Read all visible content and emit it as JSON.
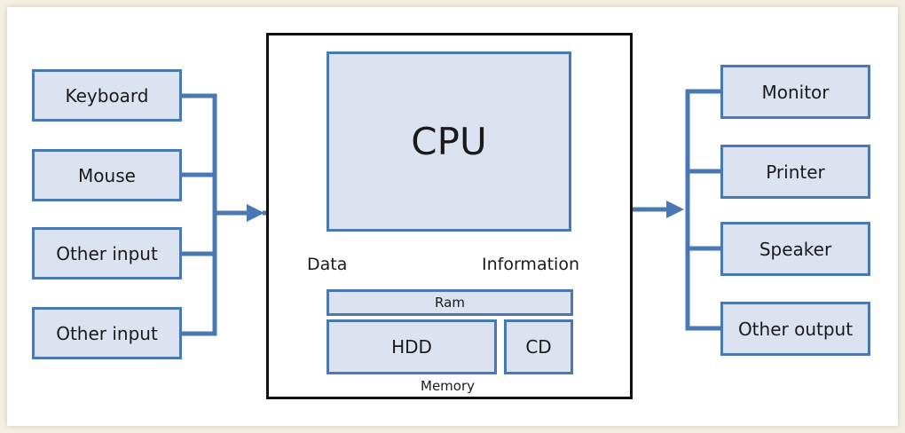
{
  "inputs": [
    "Keyboard",
    "Mouse",
    "Other input",
    "Other input"
  ],
  "outputs": [
    "Monitor",
    "Printer",
    "Speaker",
    "Other output"
  ],
  "computer": {
    "cpu": "CPU",
    "ram": "Ram",
    "hdd": "HDD",
    "cd": "CD",
    "memory_label": "Memory",
    "data_label": "Data",
    "information_label": "Information"
  },
  "colors": {
    "box_fill": "#dbe3f0",
    "box_border": "#4a78b5",
    "arrow": "#4a78b5",
    "frame": "#111111"
  }
}
